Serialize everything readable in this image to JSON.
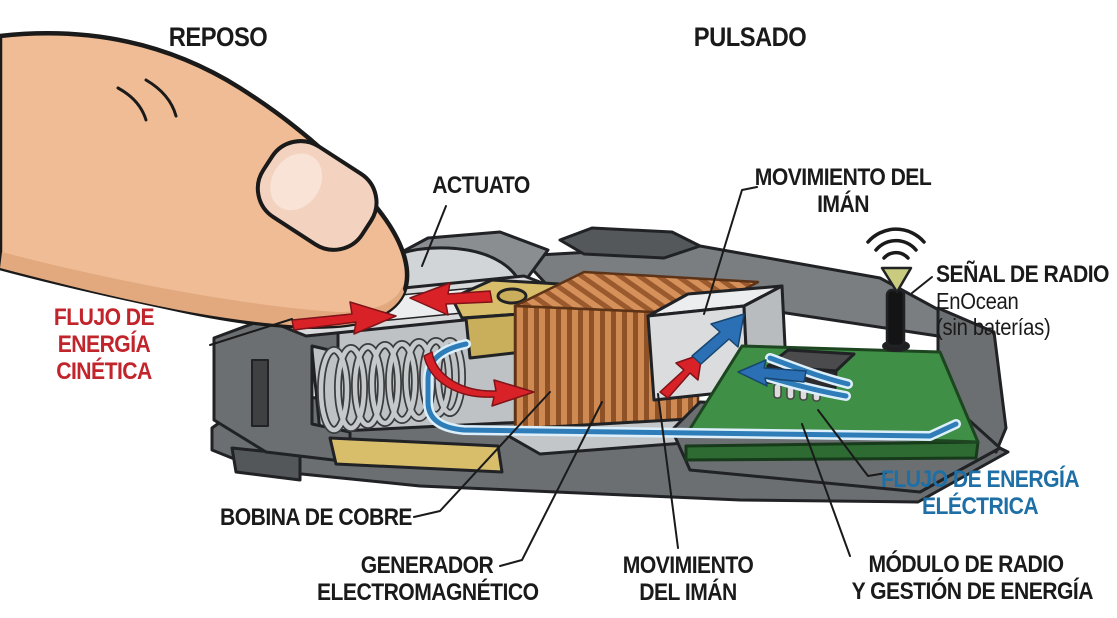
{
  "diagram": {
    "states": {
      "left": "REPOSO",
      "right": "PULSADO"
    },
    "callouts": {
      "actuator": {
        "lines": [
          "ACTUATO"
        ],
        "color": "#1a1a1a"
      },
      "magnet_movement_top": {
        "lines": [
          "MOVIMIENTO DEL",
          "IMÁN"
        ],
        "color": "#1a1a1a"
      },
      "radio_signal": {
        "lines": [
          "SEÑAL DE RADIO",
          "EnOcean",
          "(sin baterías)"
        ],
        "color": "#1a1a1a"
      },
      "kinetic_energy_flow": {
        "lines": [
          "FLUJO DE",
          "ENERGÍA",
          "CINÉTICA"
        ],
        "color": "#c2242b"
      },
      "electric_energy_flow": {
        "lines": [
          "FLUJO DE ENERGÍA",
          "ELÉCTRICA"
        ],
        "color": "#1e6fa5"
      },
      "copper_coil": {
        "lines": [
          "BOBINA DE COBRE"
        ],
        "color": "#1a1a1a"
      },
      "electromagnetic_generator": {
        "lines": [
          "GENERADOR",
          "ELECTROMAGNÉTICO"
        ],
        "color": "#1a1a1a"
      },
      "magnet_movement_bottom": {
        "lines": [
          "MOVIMIENTO",
          "DEL IMÁN"
        ],
        "color": "#1a1a1a"
      },
      "radio_module": {
        "lines": [
          "MÓDULO DE RADIO",
          "Y GESTIÓN DE ENERGÍA"
        ],
        "color": "#1a1a1a"
      }
    },
    "icons": {
      "antenna": "radio-antenna-icon",
      "radio_waves": "radio-waves-icon",
      "finger": "pressing-finger"
    },
    "colors": {
      "background": "#ffffff",
      "label_black": "#1a1a1a",
      "label_red": "#c2242b",
      "label_blue": "#1e6fa5",
      "arrow_red": "#d92128",
      "arrow_blue": "#2b6fb5",
      "wire_blue": "#2e7cb8",
      "pcb_green": "#3f8f46",
      "pcb_green_dark": "#2e6b33",
      "copper_light": "#ce8a52",
      "copper_dark": "#8f5226",
      "brass": "#d8be6a",
      "housing_dark": "#6b6f72",
      "housing_mid": "#8a8e91",
      "housing_light": "#d2d5d7",
      "cavity_gray": "#bfc2c4",
      "magnet_gray": "#dadcde",
      "skin": "#efbc95",
      "nail": "#f3d3c0"
    }
  }
}
